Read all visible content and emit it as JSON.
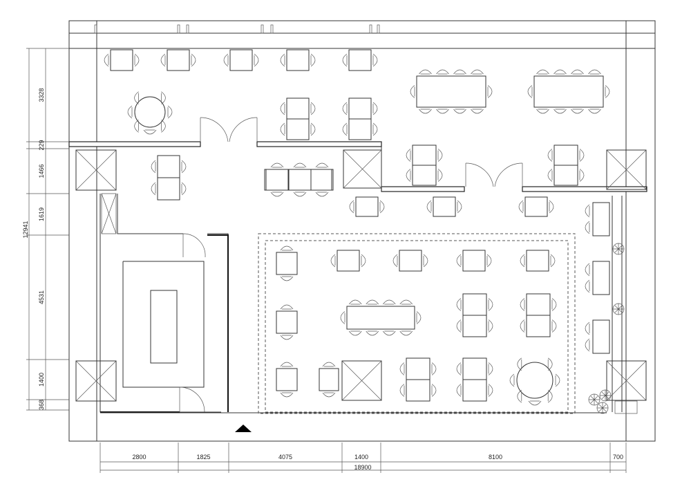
{
  "plan": {
    "dimensions_left": {
      "total": "12941",
      "segments": [
        "3328",
        "229",
        "1466",
        "1619",
        "4531",
        "1400",
        "368"
      ]
    },
    "dimensions_bottom": {
      "total": "18900",
      "segments": [
        "2800",
        "1825",
        "4075",
        "1400",
        "8100",
        "700"
      ]
    },
    "colors": {
      "line": "#333333",
      "background": "#ffffff"
    }
  }
}
